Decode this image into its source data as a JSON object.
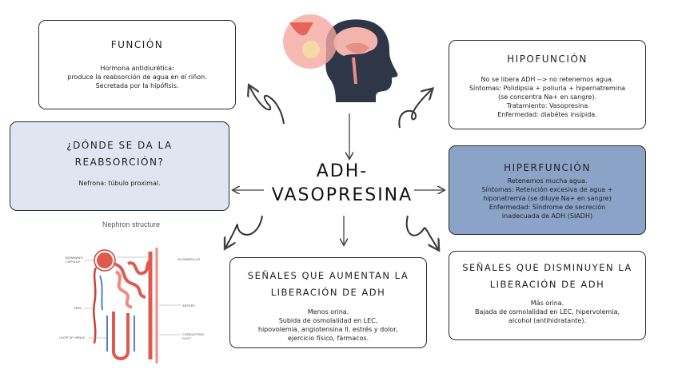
{
  "center": {
    "line1": "ADH-",
    "line2": "VASOPRESINA"
  },
  "funcion": {
    "title": "FUNCIÓN",
    "lines": [
      "Hormona antidiurética:",
      "produce la reabsorción de agua en el riñon.",
      "Secretada por la hipófisis."
    ]
  },
  "donde": {
    "title_line1": "¿DÓNDE SE DA LA",
    "title_line2": "REABSORCIÓN?",
    "text": "Nefrona: túbulo proximal."
  },
  "hipofuncion": {
    "title": "HIPOFUNCIÓN",
    "lines": [
      "No se libera ADH --> no retenemos agua.",
      "Síntomas: Polidipsia + poliuria + hipernatremina",
      "(se concentra Na+ en sangre).",
      "Tratamiento: Vasopresina",
      "Enfermedad: diabétes insípida."
    ]
  },
  "hiperfuncion": {
    "title": "HIPERFUNCIÓN",
    "lines": [
      "Retenemos mucha agua.",
      "Síntomas: Retención excesiva de agua +",
      "hiponatremia (se diluye Na+ en sangre)",
      "Enfermedad: Síndrome de secreción",
      "inadecuada de ADH (SIADH)"
    ]
  },
  "aumentan": {
    "title_line1": "SEÑALES QUE AUMENTAN LA",
    "title_line2": "LIBERACIÓN DE ADH",
    "lines": [
      "Menos orina.",
      "Subida de osmolalidad en LEC,",
      "hipovolemia, angiotensina II, estrés y dolor,",
      "ejercicio físico, fármacos."
    ]
  },
  "disminuyen": {
    "title_line1": "SEÑALES QUE DISMINUYEN LA",
    "title_line2": "LIBERACIÓN DE ADH",
    "lines": [
      "Más orina.",
      "Bajada de osmolalidad en LEC, hipervolemia,",
      "alcohol (antihidratante)."
    ]
  },
  "nephron": {
    "title": "Nephron structure",
    "labels": {
      "bowman": "BOWMAN'S CAPSULE",
      "glomerulus": "GLOMERULUS",
      "vein": "VEIN",
      "artery": "ARTERY",
      "loop": "LOOP OF HENLE",
      "duct": "CONDUCTING DUCT"
    }
  },
  "icons": [
    "head-brain-icon",
    "curved-arrow-icon",
    "nephron-illustration"
  ],
  "colors": {
    "light_box": "#dfe6f1",
    "dark_box": "#8aa3c7",
    "kidney_red": "#e0594f"
  }
}
